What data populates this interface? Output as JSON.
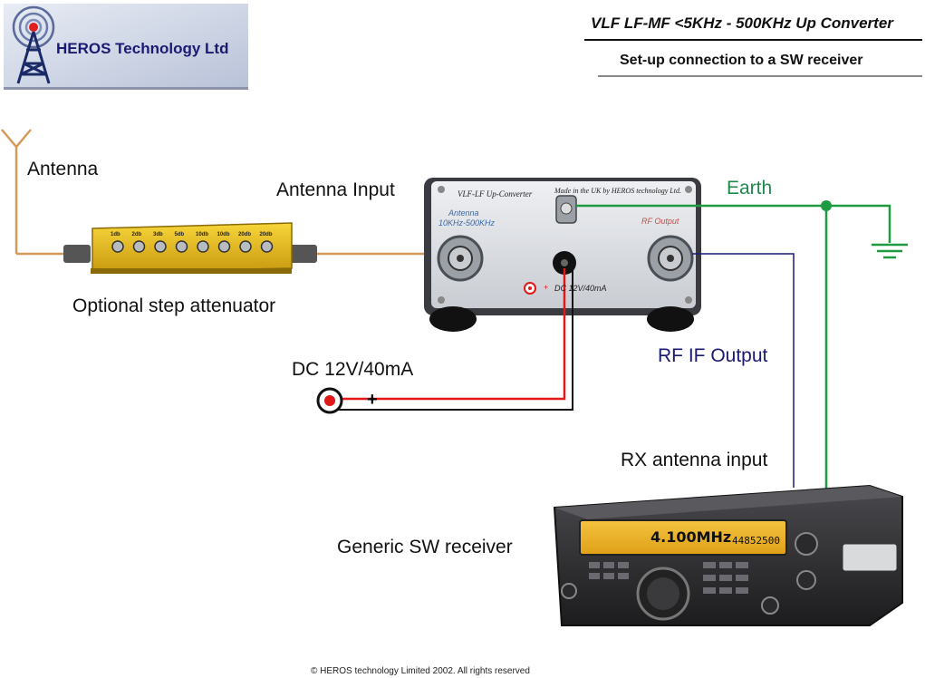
{
  "header": {
    "brand": "HEROS Technology Ltd",
    "title": "VLF LF-MF <5KHz - 500KHz Up Converter",
    "subtitle": "Set-up connection to a SW receiver"
  },
  "labels": {
    "antenna": "Antenna",
    "antenna_input": "Antenna Input",
    "earth": "Earth",
    "attenuator": "Optional step attenuator",
    "dc": "DC 12V/40mA",
    "plus": "+",
    "rf_if_output": "RF IF Output",
    "rx_antenna_input": "RX antenna input",
    "receiver": "Generic SW receiver"
  },
  "converter": {
    "top_left": "VLF-LF Up-Converter",
    "top_right": "Made in the UK by HEROS technology Ltd.",
    "antenna_label": "Antenna",
    "antenna_range": "10KHz-500KHz",
    "rf_output": "RF Output",
    "dc_label": "DC 12V/40mA",
    "dc_plus": "+"
  },
  "attenuator_steps": [
    "1db",
    "2db",
    "3db",
    "5db",
    "10db",
    "10db",
    "20db",
    "20db"
  ],
  "receiver_display": {
    "freq": "4.100MHz",
    "freq2": "44852500"
  },
  "footer": {
    "copyright": "© HEROS technology Limited 2002. All rights reserved"
  },
  "colors": {
    "earth_wire": "#1e9a40",
    "dc_wire": "#e01818",
    "rf_wire": "#1a1a73",
    "antenna_wire": "#d49a5a",
    "brand": "#1a1a73"
  }
}
